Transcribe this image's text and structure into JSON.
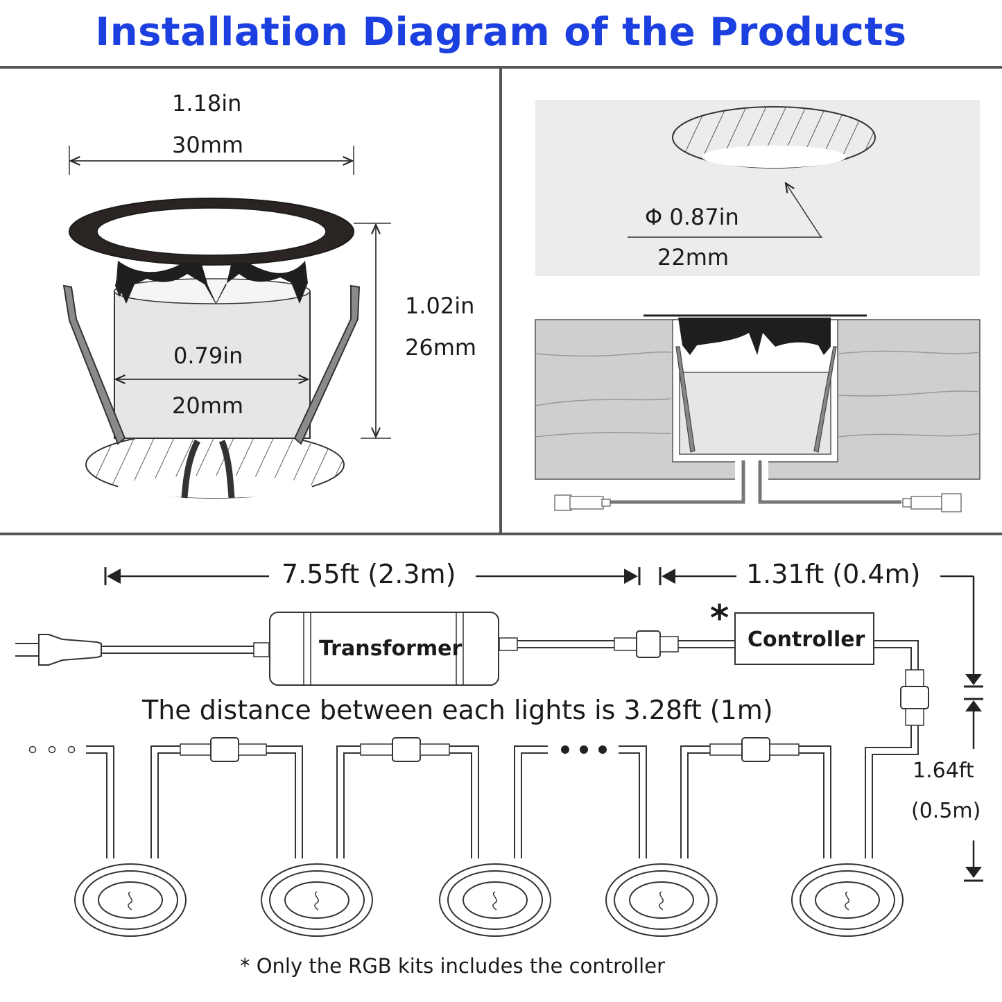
{
  "title": "Installation Diagram of the Products",
  "colors": {
    "title": "#1c3fe0",
    "ink": "#1a1a1a",
    "panel_gray": "#ececec",
    "body_gray": "#e6e6e6"
  },
  "product": {
    "top_width_in": "1.18in",
    "top_width_mm": "30mm",
    "height_in": "1.02in",
    "height_mm": "26mm",
    "body_width_in": "0.79in",
    "body_width_mm": "20mm"
  },
  "hole": {
    "diameter_in": "Φ 0.87in",
    "diameter_mm": "22mm"
  },
  "wiring": {
    "len_transformer": "7.55ft (2.3m)",
    "len_controller": "1.31ft (0.4m)",
    "transformer_label": "Transformer",
    "controller_label": "Controller",
    "asterisk": "*",
    "distance_note": "The distance between each lights is 3.28ft (1m)",
    "drop_length_ft": "1.64ft",
    "drop_length_m": "(0.5m)",
    "footnote": "* Only the RGB kits includes the controller"
  }
}
